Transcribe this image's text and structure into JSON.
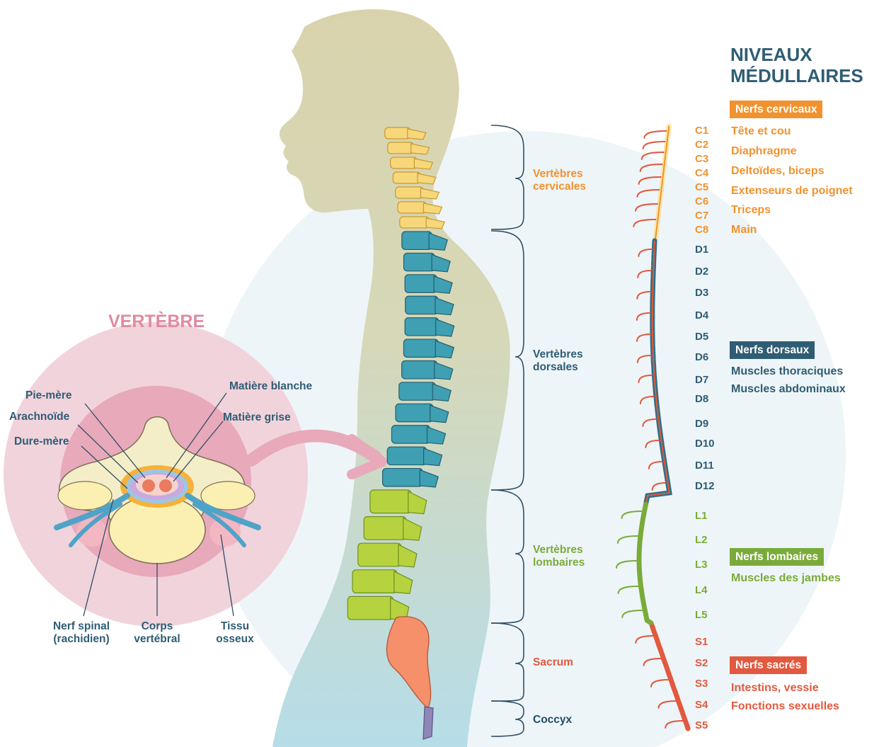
{
  "vertebra": {
    "title": "VERTÈBRE",
    "labels": {
      "pia_mater": "Pie-mère",
      "arachnoid": "Arachnoïde",
      "dura_mater": "Dure-mère",
      "white_matter": "Matière blanche",
      "grey_matter": "Matière grise",
      "spinal_nerve_l1": "Nerf spinal",
      "spinal_nerve_l2": "(rachidien)",
      "vertebral_body_l1": "Corps",
      "vertebral_body_l2": "vertébral",
      "bone_tissue_l1": "Tissu",
      "bone_tissue_l2": "osseux"
    }
  },
  "column": {
    "cervical_l1": "Vertèbres",
    "cervical_l2": "cervicales",
    "dorsal_l1": "Vertèbres",
    "dorsal_l2": "dorsales",
    "lumbar_l1": "Vertèbres",
    "lumbar_l2": "lombaires",
    "sacrum": "Sacrum",
    "coccyx": "Coccyx"
  },
  "levels": {
    "title_l1": "NIVEAUX",
    "title_l2": "MÉDULLAIRES",
    "cervical": [
      "C1",
      "C2",
      "C3",
      "C4",
      "C5",
      "C6",
      "C7",
      "C8"
    ],
    "dorsal": [
      "D1",
      "D2",
      "D3",
      "D4",
      "D5",
      "D6",
      "D7",
      "D8",
      "D9",
      "D10",
      "D11",
      "D12"
    ],
    "lumbar": [
      "L1",
      "L2",
      "L3",
      "L4",
      "L5"
    ],
    "sacral": [
      "S1",
      "S2",
      "S3",
      "S4",
      "S5"
    ]
  },
  "groups": {
    "cervical": {
      "header": "Nerfs cervicaux",
      "functions": [
        "Tête et cou",
        "Diaphragme",
        "Deltoïdes, biceps",
        "Extenseurs de poignet",
        "Triceps",
        "Main"
      ]
    },
    "dorsal": {
      "header": "Nerfs dorsaux",
      "functions": [
        "Muscles thoraciques",
        "Muscles abdominaux"
      ]
    },
    "lumbar": {
      "header": "Nerfs lombaires",
      "functions": [
        "Muscles des jambes"
      ]
    },
    "sacral": {
      "header": "Nerfs sacrés",
      "functions": [
        "Intestins, vessie",
        "Fonctions sexuelles"
      ]
    }
  },
  "colors": {
    "cervical": "#f2922e",
    "dorsal": "#2f5d74",
    "lumbar": "#7aab3a",
    "sacral": "#e2593f",
    "vertebra_title": "#e08aa0",
    "text_dark": "#2f5d74"
  }
}
